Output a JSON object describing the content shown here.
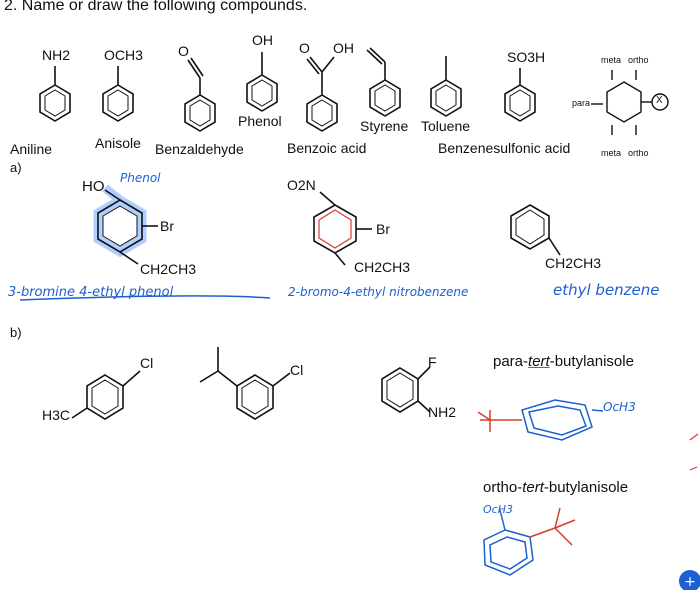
{
  "question": "2. Name or draw the following compounds.",
  "reference": {
    "substituents": {
      "aniline": "NH2",
      "anisole": "OCH3",
      "benzaldehyde": "O",
      "phenol": "OH",
      "benzoic_o": "O",
      "benzoic_oh": "OH",
      "benzenesulfonic": "SO3H"
    },
    "names": {
      "aniline": "Aniline",
      "anisole": "Anisole",
      "benzaldehyde": "Benzaldehyde",
      "phenol": "Phenol",
      "benzoic": "Benzoic acid",
      "styrene": "Styrene",
      "toluene": "Toluene",
      "benzenesulfonic": "Benzenesulfonic acid"
    },
    "positions_diagram": {
      "meta": "meta",
      "ortho": "ortho",
      "para": "para",
      "x": "X"
    }
  },
  "part_a": {
    "label": "a)",
    "mol1": {
      "sub_top": "HO",
      "sub_right": "Br",
      "sub_bottom": "CH2CH3",
      "note": "Phenol",
      "answer": "3-bromine 4-ethyl phenol"
    },
    "mol2": {
      "sub_top": "O2N",
      "sub_right": "Br",
      "sub_bottom": "CH2CH3",
      "answer": "2-bromo-4-ethyl nitrobenzene"
    },
    "mol3": {
      "sub_bottom": "CH2CH3",
      "answer": "ethyl benzene"
    }
  },
  "part_b": {
    "label": "b)",
    "mol1": {
      "sub_right": "Cl",
      "sub_left": "H3C"
    },
    "mol2": {
      "sub_right": "Cl"
    },
    "mol3": {
      "sub_top": "F",
      "sub_bottom": "NH2"
    },
    "name1": {
      "prefix": "para-",
      "italic": "tert",
      "suffix": "-butylanisole",
      "answer_group": "OcH3"
    },
    "name2": {
      "prefix": "ortho-",
      "italic": "tert",
      "suffix": "-butylanisole",
      "answer_group": "OcH3"
    }
  },
  "colors": {
    "ink": "#111111",
    "handwriting": "#1d5fd1",
    "red": "#d93b2e",
    "highlight": "#6fa8ff"
  }
}
